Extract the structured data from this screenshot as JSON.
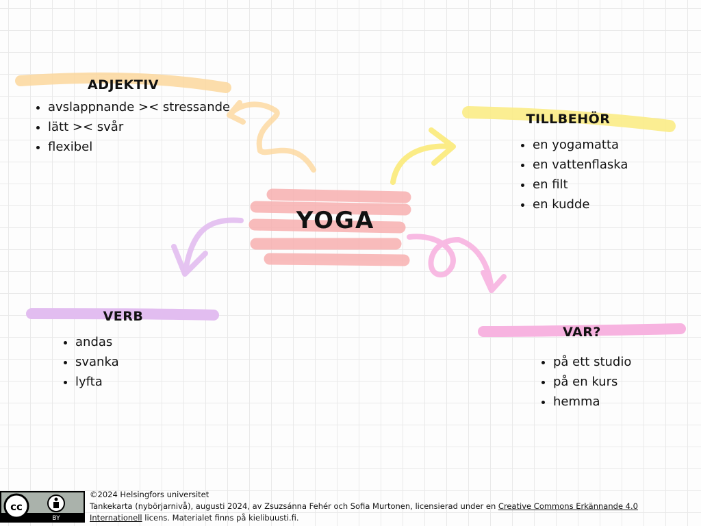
{
  "center": {
    "label": "YOGA",
    "color": "#f8b0b0"
  },
  "nodes": {
    "adjektiv": {
      "title": "ADJEKTIV",
      "color": "#fcd79c",
      "items": [
        "avslappnande >< stressande",
        "lätt >< svår",
        "flexibel"
      ]
    },
    "tillbehor": {
      "title": "TILLBEHÖR",
      "color": "#fbec86",
      "items": [
        "en yogamatta",
        "en vattenflaska",
        "en filt",
        "en kudde"
      ]
    },
    "verb": {
      "title": "VERB",
      "color": "#e2bdf0",
      "items": [
        "andas",
        "svanka",
        "lyfta"
      ]
    },
    "var": {
      "title": "VAR?",
      "color": "#f7b3e0",
      "items": [
        "på ett studio",
        "på en kurs",
        "hemma"
      ]
    }
  },
  "footer": {
    "copyright": "©2024 Helsingfors universitet",
    "text_before": "Tankekarta (nybörjarnivå), augusti 2024, av Zsuzsánna Fehér och Sofia Murtonen, licensierad under en ",
    "link": "Creative Commons Erkännande 4.0 Internationell",
    "text_after": " licens. Materialet finns på kielibuusti.fi.",
    "badge": {
      "cc": "cc",
      "by": "BY"
    }
  }
}
